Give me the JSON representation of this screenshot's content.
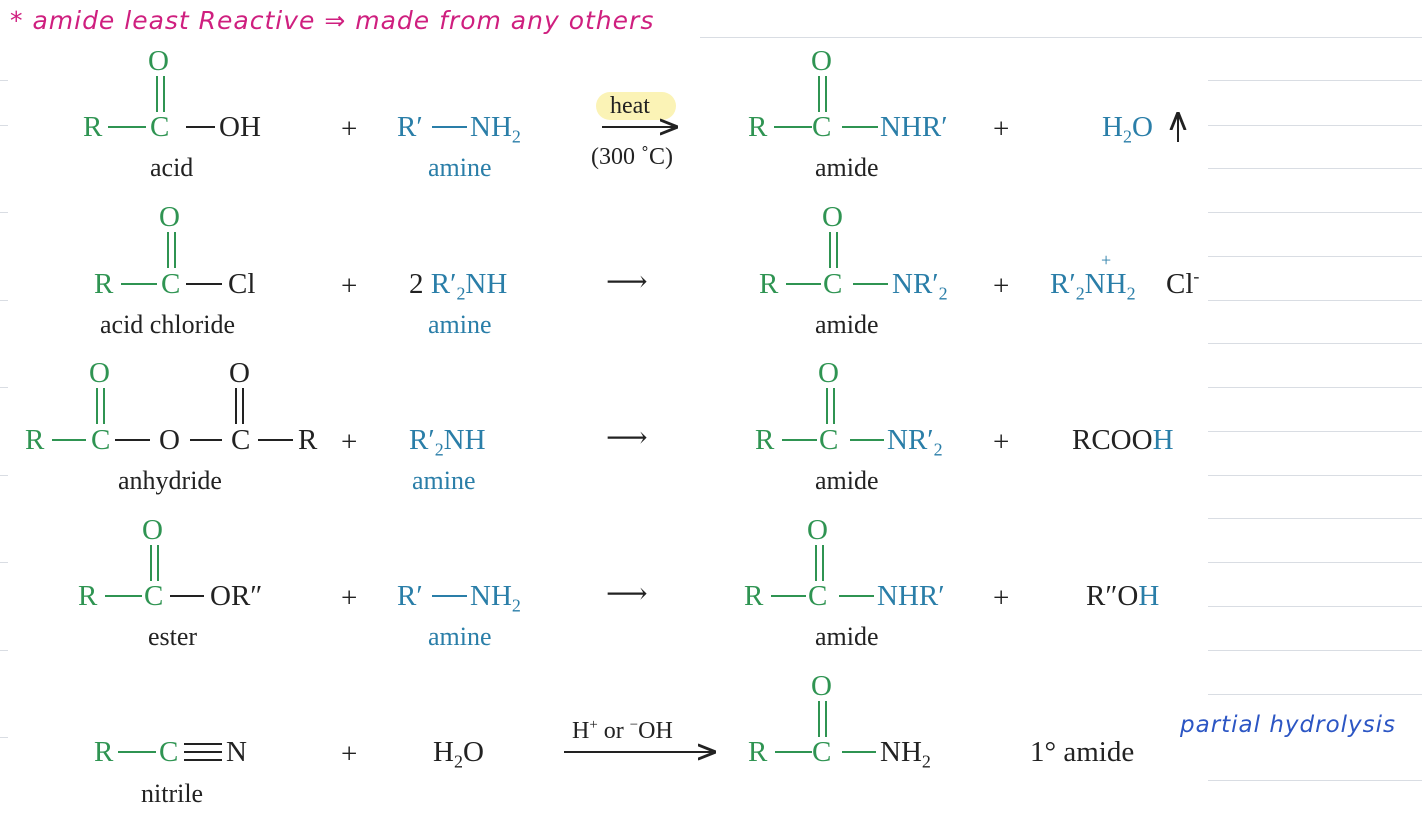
{
  "note": {
    "top": "* amide least Reactive ⇒ made from any others",
    "side": "partial hydrolysis"
  },
  "colors": {
    "green": "#2f9452",
    "blue": "#2a7ea8",
    "black": "#222222",
    "magenta": "#cf1f7f",
    "pen_blue": "#2c56c4",
    "highlight": "#fbf3b6"
  },
  "atoms": {
    "R": "R",
    "C": "C",
    "O": "O",
    "N": "N",
    "plus": "+",
    "arrow": "⟶"
  },
  "reactions": [
    {
      "reactant1": {
        "group": "OH",
        "label": "acid"
      },
      "reactant2": {
        "text": "R′—NH",
        "sub": "2",
        "label": "amine"
      },
      "condition_top": "heat",
      "condition_bottom": "(300 ˚C)",
      "product": {
        "group": "NHR′",
        "label": "amide"
      },
      "byproduct": {
        "a": "H",
        "sub": "2",
        "b": "O",
        "arrow": "↑"
      }
    },
    {
      "reactant1": {
        "group": "Cl",
        "label": "acid chloride"
      },
      "reactant2": {
        "coef": "2",
        "a": "R′",
        "sub": "2",
        "b": "NH",
        "label": "amine"
      },
      "product": {
        "group": "NR′",
        "sub": "2",
        "label": "amide"
      },
      "byproduct": {
        "a": "R′",
        "sub": "2",
        "b": "NH",
        "sub2": "2",
        "charge": "+",
        "counter": "Cl",
        "counter_charge": "-"
      }
    },
    {
      "reactant1": {
        "label": "anhydride"
      },
      "reactant2": {
        "a": "R′",
        "sub": "2",
        "b": "NH",
        "label": "amine"
      },
      "product": {
        "group": "NR′",
        "sub": "2",
        "label": "amide"
      },
      "byproduct": {
        "a": "RCOO",
        "b": "H"
      }
    },
    {
      "reactant1": {
        "group": "OR″",
        "label": "ester"
      },
      "reactant2": {
        "text": "R′—NH",
        "sub": "2",
        "label": "amine"
      },
      "product": {
        "group": "NHR′",
        "label": "amide"
      },
      "byproduct": {
        "a": "R″O",
        "b": "H"
      }
    },
    {
      "reactant1": {
        "a": "R—C",
        "triple": "≡",
        "b": "N",
        "label": "nitrile"
      },
      "reactant2": {
        "a": "H",
        "sub": "2",
        "b": "O"
      },
      "condition_top": {
        "h": "H",
        "plus": "+",
        "or": "or",
        "minus": "−",
        "oh": "OH"
      },
      "product": {
        "group": "NH",
        "sub": "2"
      },
      "byproduct": {
        "text": "1° amide"
      }
    }
  ]
}
